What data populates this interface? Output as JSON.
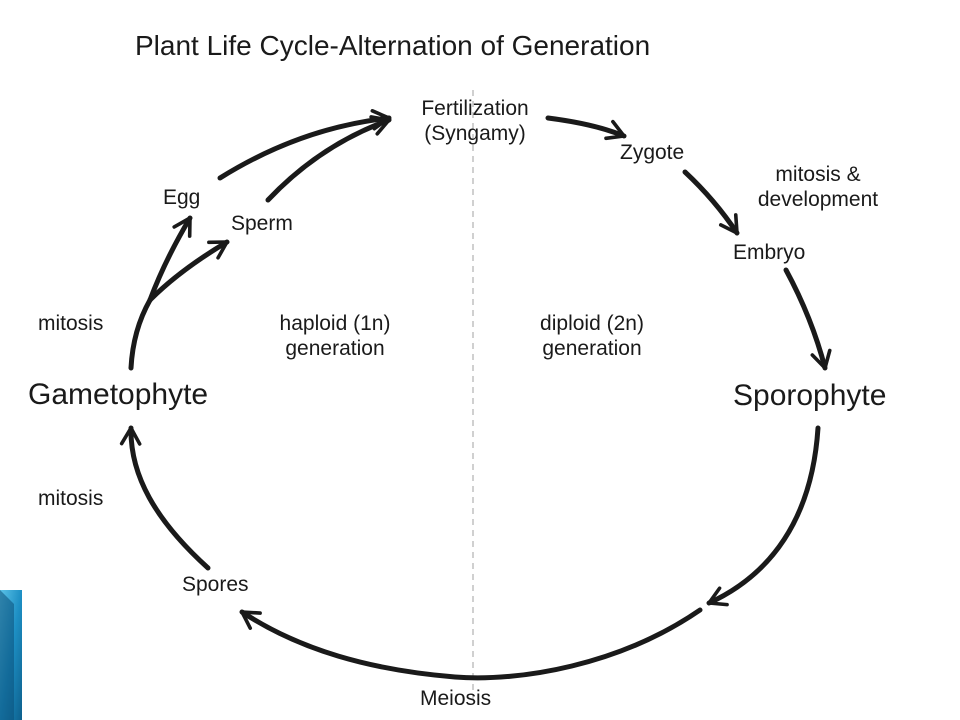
{
  "title": "Plant Life Cycle-Alternation of Generation",
  "nodes": {
    "fertilization_line1": "Fertilization",
    "fertilization_line2": "(Syngamy)",
    "zygote": "Zygote",
    "embryo": "Embryo",
    "sporophyte": "Sporophyte",
    "gametophyte": "Gametophyte",
    "egg": "Egg",
    "sperm": "Sperm",
    "spores": "Spores"
  },
  "process_labels": {
    "mitosis_development_line1": "mitosis &",
    "mitosis_development_line2": "development",
    "mitosis_upper": "mitosis",
    "mitosis_lower": "mitosis",
    "meiosis": "Meiosis"
  },
  "regions": {
    "haploid_line1": "haploid (1n)",
    "haploid_line2": "generation",
    "diploid_line1": "diploid (2n)",
    "diploid_line2": "generation"
  },
  "colors": {
    "ink": "#1a1a1a",
    "divider": "#c0c0c0",
    "corner_accent": "#1d8fc4"
  }
}
